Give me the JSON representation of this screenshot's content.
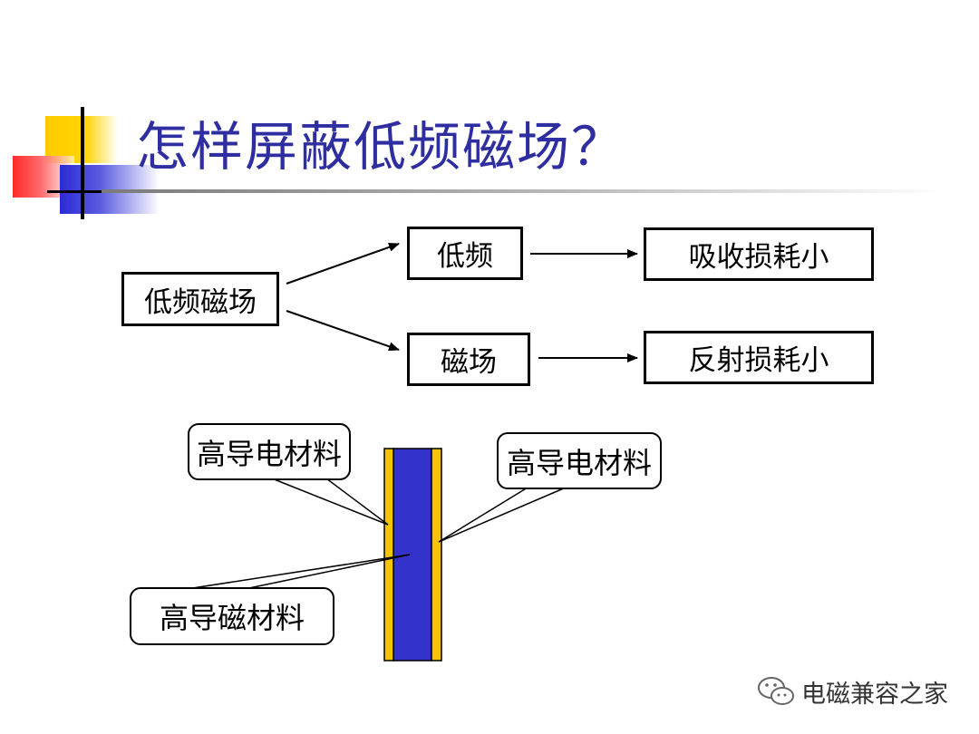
{
  "slide": {
    "title": "怎样屏蔽低频磁场？"
  },
  "diagram": {
    "source": "低频磁场",
    "branch_top": "低频",
    "branch_bottom": "磁场",
    "result_top": "吸收损耗小",
    "result_bottom": "反射损耗小"
  },
  "shield": {
    "label_outer_left": "高导电材料",
    "label_outer_right": "高导电材料",
    "label_core": "高导磁材料",
    "colors": {
      "outer": "#f5c400",
      "core": "#3333cc"
    }
  },
  "watermark": {
    "text": "电磁兼容之家",
    "icon": "wechat-icon"
  }
}
